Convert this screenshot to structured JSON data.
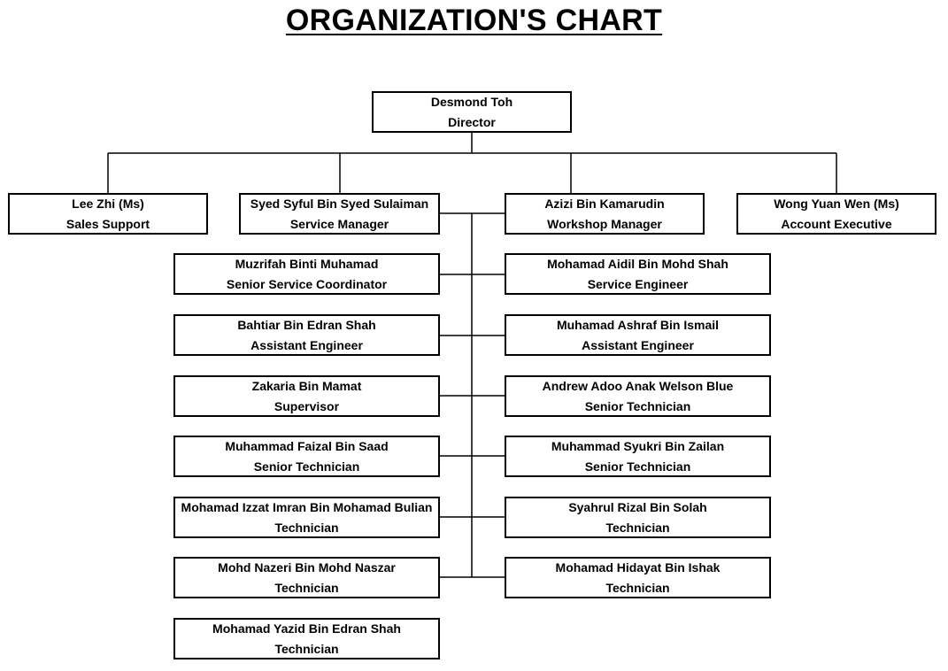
{
  "title": "ORGANIZATION'S CHART",
  "director": {
    "name": "Desmond Toh",
    "role": "Director"
  },
  "top_row": [
    {
      "name": "Lee Zhi (Ms)",
      "role": "Sales Support"
    },
    {
      "name": "Syed Syful Bin Syed Sulaiman",
      "role": "Service Manager"
    },
    {
      "name": "Azizi Bin Kamarudin",
      "role": "Workshop Manager"
    },
    {
      "name": "Wong Yuan Wen (Ms)",
      "role": "Account Executive"
    }
  ],
  "left_column": [
    {
      "name": "Muzrifah Binti Muhamad",
      "role": "Senior Service Coordinator"
    },
    {
      "name": "Bahtiar Bin Edran Shah",
      "role": "Assistant Engineer"
    },
    {
      "name": "Zakaria Bin Mamat",
      "role": "Supervisor"
    },
    {
      "name": "Muhammad Faizal Bin Saad",
      "role": "Senior Technician"
    },
    {
      "name": "Mohamad Izzat Imran Bin Mohamad Bulian",
      "role": "Technician"
    },
    {
      "name": "Mohd Nazeri Bin Mohd Naszar",
      "role": "Technician"
    },
    {
      "name": "Mohamad Yazid Bin Edran Shah",
      "role": "Technician"
    }
  ],
  "right_column": [
    {
      "name": "Mohamad Aidil Bin Mohd Shah",
      "role": "Service Engineer"
    },
    {
      "name": "Muhamad Ashraf Bin Ismail",
      "role": "Assistant Engineer"
    },
    {
      "name": "Andrew Adoo Anak Welson Blue",
      "role": "Senior Technician"
    },
    {
      "name": "Muhammad Syukri Bin Zailan",
      "role": "Senior Technician"
    },
    {
      "name": "Syahrul Rizal Bin Solah",
      "role": "Technician"
    },
    {
      "name": "Mohamad Hidayat Bin Ishak",
      "role": "Technician"
    }
  ]
}
